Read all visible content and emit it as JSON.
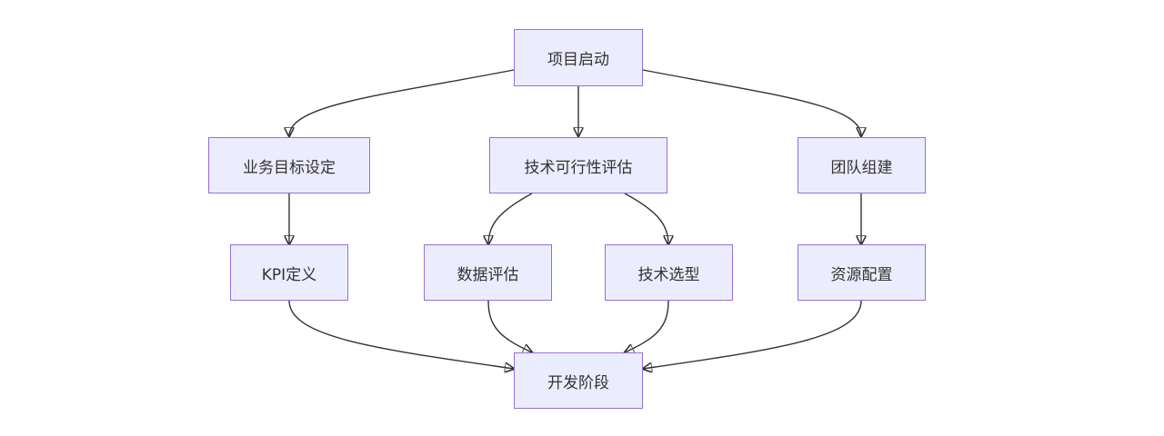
{
  "diagram": {
    "nodes": {
      "start": "项目启动",
      "business_goal": "业务目标设定",
      "tech_feasibility": "技术可行性评估",
      "team_building": "团队组建",
      "kpi": "KPI定义",
      "data_eval": "数据评估",
      "tech_selection": "技术选型",
      "resource_config": "资源配置",
      "dev_phase": "开发阶段"
    },
    "edges": [
      {
        "from": "项目启动",
        "to": "业务目标设定"
      },
      {
        "from": "项目启动",
        "to": "技术可行性评估"
      },
      {
        "from": "项目启动",
        "to": "团队组建"
      },
      {
        "from": "业务目标设定",
        "to": "KPI定义"
      },
      {
        "from": "技术可行性评估",
        "to": "数据评估"
      },
      {
        "from": "技术可行性评估",
        "to": "技术选型"
      },
      {
        "from": "团队组建",
        "to": "资源配置"
      },
      {
        "from": "KPI定义",
        "to": "开发阶段"
      },
      {
        "from": "数据评估",
        "to": "开发阶段"
      },
      {
        "from": "技术选型",
        "to": "开发阶段"
      },
      {
        "from": "资源配置",
        "to": "开发阶段"
      }
    ],
    "colors": {
      "node_fill": "#ececff",
      "node_border": "#9370db",
      "edge": "#333333",
      "text": "#333333"
    }
  }
}
